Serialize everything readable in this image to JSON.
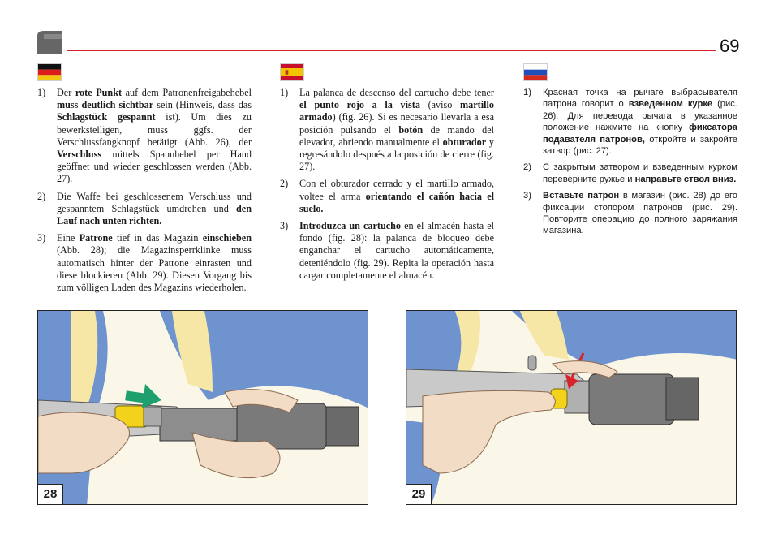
{
  "header": {
    "page_number": "69"
  },
  "german": {
    "items": [
      {
        "num": "1)",
        "parts": [
          {
            "t": "Der "
          },
          {
            "t": "rote Punkt",
            "b": true
          },
          {
            "t": " auf dem Patronenfreigabehebel "
          },
          {
            "t": "muss deutlich sichtbar",
            "b": true
          },
          {
            "t": " sein (Hinweis, dass das "
          },
          {
            "t": "Schlagstück gespannt",
            "b": true
          },
          {
            "t": " ist). Um dies zu bewerkstelligen, muss ggfs. der Verschlussfangknopf betätigt (Abb. 26), der "
          },
          {
            "t": "Verschluss",
            "b": true
          },
          {
            "t": " mittels Spannhebel per Hand geöffnet und wieder geschlossen werden (Abb. 27)."
          }
        ]
      },
      {
        "num": "2)",
        "parts": [
          {
            "t": "Die Waffe bei geschlossenem Verschluss und gespanntem Schlagstück umdrehen und "
          },
          {
            "t": "den Lauf nach unten richten.",
            "b": true
          }
        ]
      },
      {
        "num": "3)",
        "parts": [
          {
            "t": "Eine "
          },
          {
            "t": "Patrone",
            "b": true
          },
          {
            "t": " tief in das Magazin "
          },
          {
            "t": "einschieben",
            "b": true
          },
          {
            "t": " (Abb. 28); die Magazinsperrklinke muss automatisch hinter der Patrone einrasten und diese blockieren (Abb. 29). Diesen Vorgang bis zum völligen Laden des Magazins wiederholen."
          }
        ]
      }
    ]
  },
  "spanish": {
    "items": [
      {
        "num": "1)",
        "parts": [
          {
            "t": "La palanca de descenso del cartucho debe tener "
          },
          {
            "t": "el punto rojo a la vista",
            "b": true
          },
          {
            "t": " (aviso "
          },
          {
            "t": "martillo armado",
            "b": true
          },
          {
            "t": ") (fig. 26). Si es necesario llevarla a esa posición pulsando el "
          },
          {
            "t": "botón",
            "b": true
          },
          {
            "t": " de mando del elevador, abriendo manualmente el "
          },
          {
            "t": "obturador",
            "b": true
          },
          {
            "t": " y regresándolo después a la posición de cierre (fig. 27)."
          }
        ]
      },
      {
        "num": "2)",
        "parts": [
          {
            "t": "Con el obturador cerrado y el martillo armado, voltee el arma "
          },
          {
            "t": "orientando el cañón hacia el suelo.",
            "b": true
          }
        ]
      },
      {
        "num": "3)",
        "parts": [
          {
            "t": "Introduzca un cartucho",
            "b": true
          },
          {
            "t": " en el almacén hasta el fondo (fig. 28): la palanca de bloqueo debe enganchar el cartucho automáticamente, deteniéndolo (fig. 29). Repita la operación hasta cargar completamente el almacén."
          }
        ]
      }
    ]
  },
  "russian": {
    "items": [
      {
        "num": "1)",
        "parts": [
          {
            "t": "Красная точка на рычаге выбрасывателя патрона говорит о "
          },
          {
            "t": "взведенном курке",
            "b": true
          },
          {
            "t": " (рис. 26). Для перевода рычага в указанное положение нажмите на кнопку "
          },
          {
            "t": "фиксатора подавателя патронов,",
            "b": true
          },
          {
            "t": " откройте и закройте затвор (рис. 27)."
          }
        ]
      },
      {
        "num": "2)",
        "parts": [
          {
            "t": "С закрытым затвором и взведенным курком переверните ружье и "
          },
          {
            "t": "направьте ствол вниз.",
            "b": true
          }
        ]
      },
      {
        "num": "3)",
        "parts": [
          {
            "t": "Вставьте патрон",
            "b": true
          },
          {
            "t": " в магазин (рис. 28) до его фиксации стопором патронов (рис. 29). Повторите операцию до полного заряжания магазина."
          }
        ]
      }
    ]
  },
  "figures": {
    "fig28_label": "28",
    "fig29_label": "29"
  },
  "colors": {
    "accent_red": "#d8232a",
    "arrow_green": "#1f9e6e",
    "sleeve_blue": "#6f93cf",
    "skin": "#f2dcc5",
    "cartridge_yellow": "#f2d21a"
  }
}
